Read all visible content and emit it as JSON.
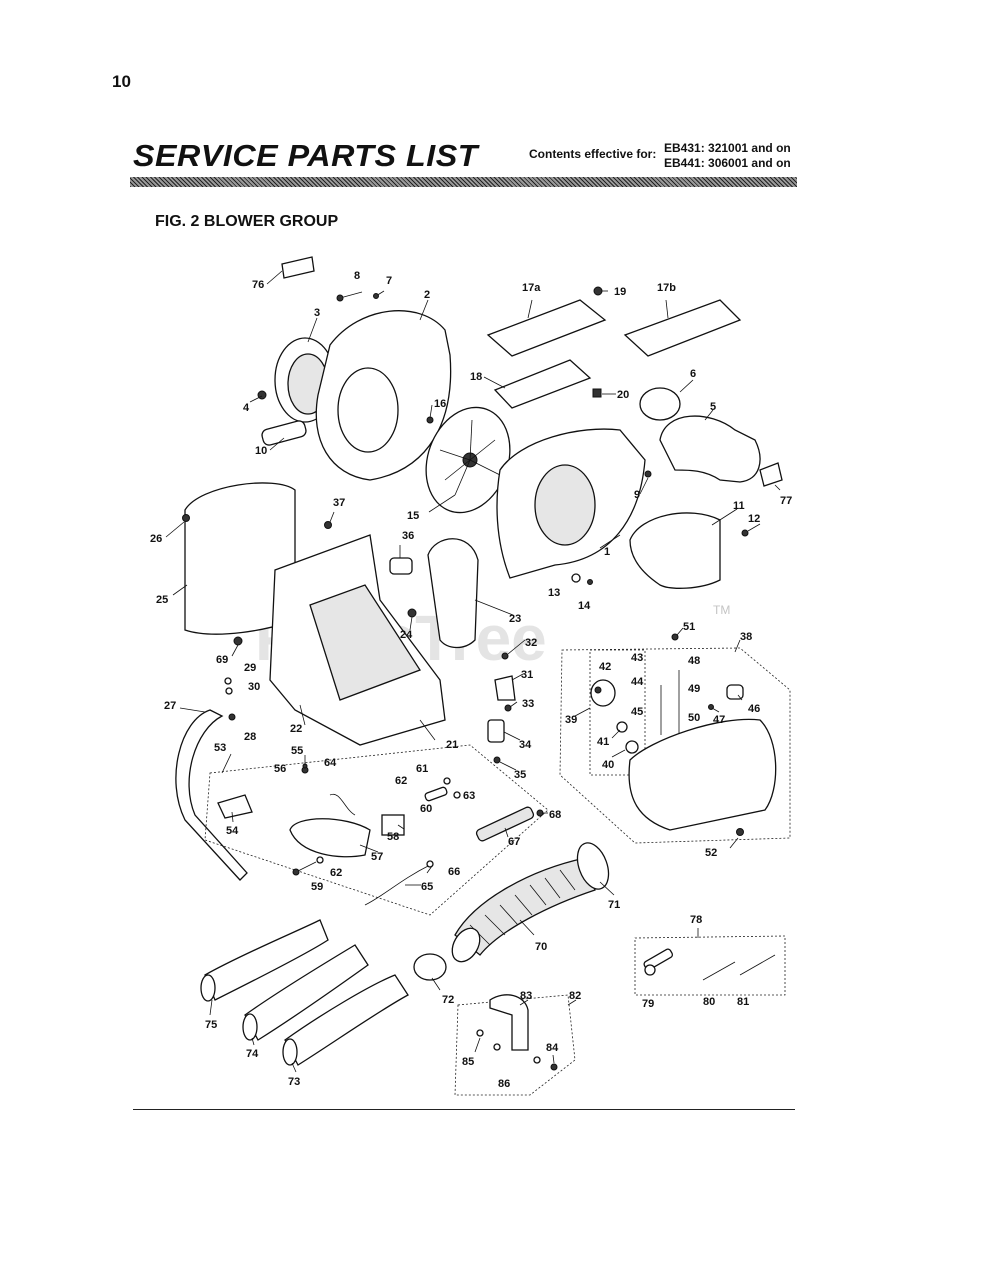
{
  "page": {
    "number": "10",
    "title": "SERVICE PARTS LIST",
    "effective_label": "Contents effective for:",
    "effective_lines": [
      "EB431: 321001 and on",
      "EB441: 306001 and on"
    ],
    "figure_title": "FIG. 2  BLOWER GROUP",
    "watermark": "PartsTree",
    "watermark_tm": "TM"
  },
  "diagram": {
    "part_labels": [
      "1",
      "2",
      "3",
      "4",
      "5",
      "6",
      "7",
      "8",
      "9",
      "10",
      "11",
      "12",
      "13",
      "14",
      "15",
      "16",
      "17a",
      "17b",
      "18",
      "19",
      "20",
      "21",
      "22",
      "23",
      "24",
      "25",
      "26",
      "27",
      "28",
      "29",
      "30",
      "31",
      "32",
      "33",
      "34",
      "35",
      "36",
      "37",
      "38",
      "39",
      "40",
      "41",
      "42",
      "43",
      "44",
      "45",
      "46",
      "47",
      "48",
      "49",
      "50",
      "51",
      "52",
      "53",
      "54",
      "55",
      "56",
      "57",
      "58",
      "59",
      "60",
      "61",
      "62",
      "62",
      "63",
      "64",
      "65",
      "66",
      "67",
      "68",
      "69",
      "70",
      "71",
      "72",
      "73",
      "74",
      "75",
      "76",
      "77",
      "78",
      "79",
      "80",
      "81",
      "82",
      "83",
      "84",
      "85",
      "86"
    ]
  }
}
